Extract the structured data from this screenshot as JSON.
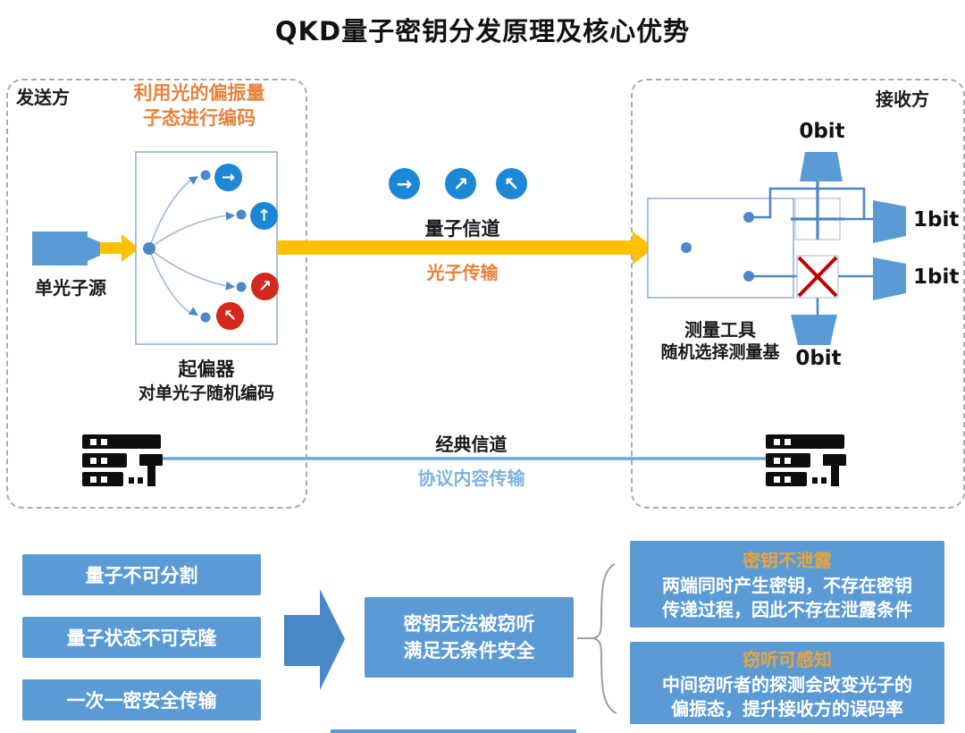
{
  "title": "QKD量子密钥分发原理及核心优势",
  "sender": {
    "label": "发送方",
    "encode_note_line1": "利用光的偏振量",
    "encode_note_line2": "子态进行编码",
    "photon_source_label": "单光子源",
    "polarizer_title": "起偏器",
    "polarizer_subtitle": "对单光子随机编码"
  },
  "channel": {
    "quantum_label": "量子信道",
    "quantum_sublabel": "光子传输",
    "classical_label": "经典信道",
    "classical_sublabel": "协议内容传输"
  },
  "receiver": {
    "label": "接收方",
    "bit0_top": "0bit",
    "bit1_top": "1bit",
    "bit1_bottom": "1bit",
    "bit0_bottom": "0bit",
    "tool_title": "测量工具",
    "tool_subtitle": "随机选择测量基"
  },
  "advantages": {
    "left_items": [
      "量子不可分割",
      "量子状态不可克隆",
      "一次一密安全传输"
    ],
    "center_line1": "密钥无法被窃听",
    "center_line2": "满足无条件安全",
    "right_items": [
      {
        "title": "密钥不泄露",
        "body_line1": "两端同时产生密钥，不存在密钥",
        "body_line2": "传递过程，因此不存在泄露条件"
      },
      {
        "title": "窃听可感知",
        "body_line1": "中间窃听者的探测会改变光子的",
        "body_line2": "偏振态，提升接收方的误码率"
      }
    ]
  },
  "icons": {
    "polarization_right": "→",
    "polarization_up": "↑",
    "polarization_diag_ne": "↗",
    "polarization_diag_nw": "↖"
  },
  "colors": {
    "box_blue": "#5b9bd5",
    "circle_blue": "#1c87d5",
    "circle_red": "#d4281e",
    "arrow_yellow": "#ffc000",
    "orange_text": "#e8823c",
    "box_title_orange": "#e8a33d",
    "protocol_blue": "#7fb2de",
    "wire_blue": "#4e86c6",
    "basis_red": "#c00000",
    "dash_gray": "#ababab"
  }
}
